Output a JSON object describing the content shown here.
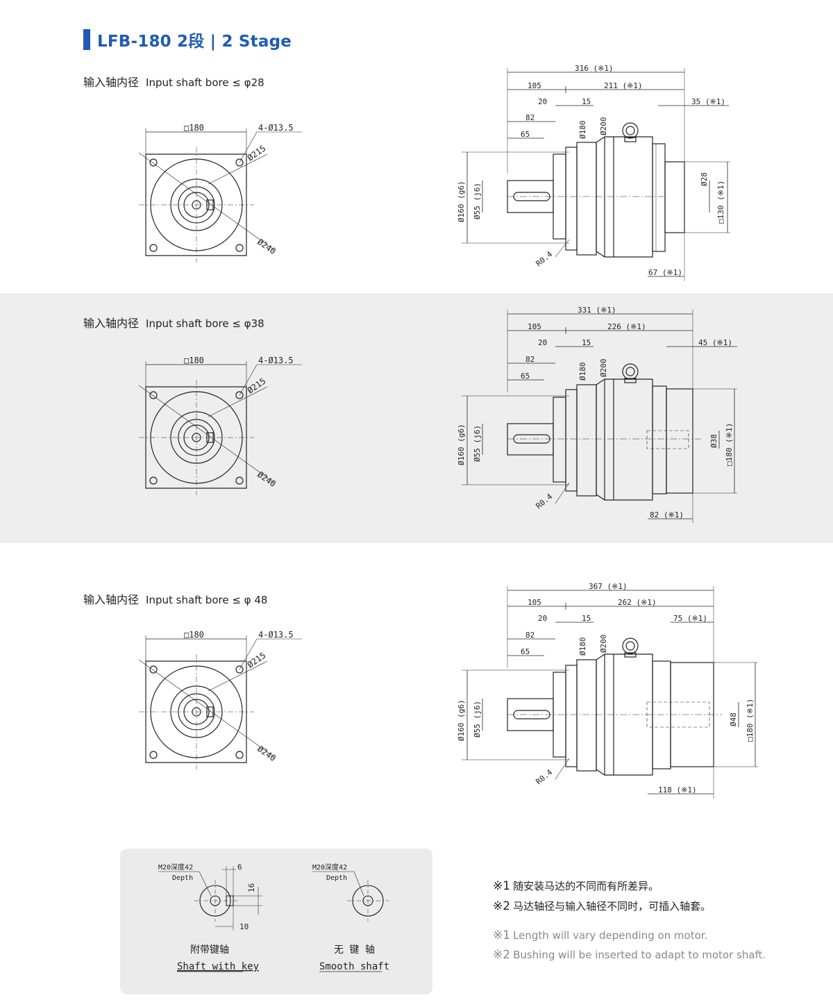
{
  "title": "LFB-180  2段  | 2 Stage",
  "rows": [
    {
      "bore_cn": "输入轴内径",
      "bore_en": "Input shaft bore  ≤ φ28",
      "front": {
        "sq": "□180",
        "holes": "4-Ø13.5",
        "d215": "Ø215",
        "d240": "Ø240"
      },
      "side": {
        "total": "316 (※1)",
        "left": "105",
        "right": "211 (※1)",
        "d20": "20",
        "d15": "15",
        "d82": "82",
        "d65": "65",
        "d180": "Ø180",
        "d200": "Ø200",
        "motor_len": "35 (※1)",
        "bore_d": "Ø28",
        "motor_sq": "□130 (※1)",
        "flange_len": "67 (※1)",
        "d160": "Ø160 (g6)",
        "d55": "Ø55 (j6)",
        "r": "R0.4"
      }
    },
    {
      "bore_cn": "输入轴内径",
      "bore_en": "Input shaft bore  ≤ φ38",
      "front": {
        "sq": "□180",
        "holes": "4-Ø13.5",
        "d215": "Ø215",
        "d240": "Ø240"
      },
      "side": {
        "total": "331 (※1)",
        "left": "105",
        "right": "226 (※1)",
        "d20": "20",
        "d15": "15",
        "d82": "82",
        "d65": "65",
        "d180": "Ø180",
        "d200": "Ø200",
        "motor_len": "45 (※1)",
        "bore_d": "Ø38",
        "motor_sq": "□180 (※1)",
        "flange_len": "82 (※1)",
        "d160": "Ø160 (g6)",
        "d55": "Ø55 (j6)",
        "r": "R0.4"
      }
    },
    {
      "bore_cn": "输入轴内径",
      "bore_en": "Input shaft bore  ≤ φ 48",
      "front": {
        "sq": "□180",
        "holes": "4-Ø13.5",
        "d215": "Ø215",
        "d240": "Ø240"
      },
      "side": {
        "total": "367 (※1)",
        "left": "105",
        "right": "262 (※1)",
        "d20": "20",
        "d15": "15",
        "d82": "82",
        "d65": "65",
        "d180": "Ø180",
        "d200": "Ø200",
        "motor_len": "75 (※1)",
        "bore_d": "Ø48",
        "motor_sq": "□180 (※1)",
        "flange_len": "118 (※1)",
        "d160": "Ø160 (g6)",
        "d55": "Ø55 (j6)",
        "r": "R0.4"
      }
    }
  ],
  "shafts": {
    "key": {
      "thread": "M20深度42",
      "depth": "Depth",
      "w6": "6",
      "h16": "16",
      "w10": "10",
      "cn": "附带键轴",
      "en": "Shaft with key"
    },
    "smooth": {
      "thread": "M20深度42",
      "depth": "Depth",
      "cn": "无 键 轴",
      "en": "Smooth shaft"
    }
  },
  "notes": {
    "n1_mark": "※1",
    "n1_cn": "随安装马达的不同而有所差异。",
    "n2_mark": "※2",
    "n2_cn": "马达轴径与输入轴径不同时，可插入轴套。",
    "n1_en_mark": "※1",
    "n1_en": "Length will vary depending on motor.",
    "n2_en_mark": "※2",
    "n2_en": "Bushing will be inserted to adapt to motor shaft."
  }
}
